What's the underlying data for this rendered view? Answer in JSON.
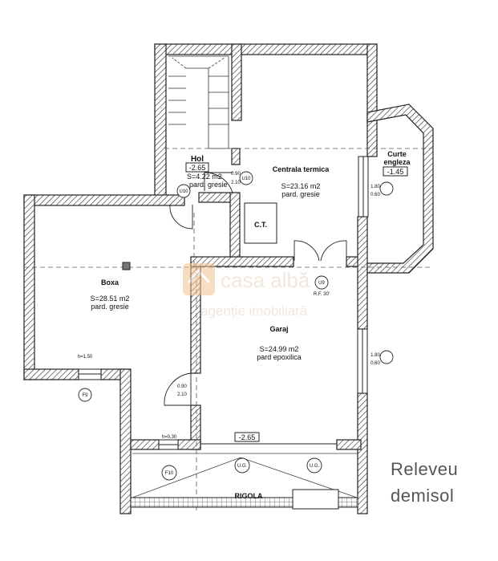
{
  "rooms": {
    "hol": {
      "name": "Hol",
      "level": "-2.65",
      "area": "S=4.22 m2",
      "floor": "pard. gresie"
    },
    "centrala": {
      "name": "Centrala termica",
      "area": "S=23.16 m2",
      "floor": "pard. gresie"
    },
    "ct": {
      "name": "C.T."
    },
    "curte": {
      "name_line1": "Curte",
      "name_line2": "engleza",
      "level": "-1.45"
    },
    "boxa": {
      "name": "Boxa",
      "area": "S=28.51 m2",
      "floor": "pard. gresie"
    },
    "garaj": {
      "name": "Garaj",
      "area": "S=24.99 m2",
      "floor": "pard epoxilica"
    },
    "rigola": {
      "name": "RIGOLA",
      "level": "-2.65"
    }
  },
  "tags": {
    "u10": "U10",
    "u9": "U9",
    "f9": "F9",
    "f10": "F10",
    "ug1": "U.G.",
    "ug2": "U.G.",
    "rf30": "R.F. 30'",
    "dim_090_210": [
      "0.90",
      "2.10"
    ],
    "dim_180_060": [
      "1.80",
      "0.60"
    ],
    "hs150": "h=1.50",
    "hs030": "h=0.30"
  },
  "watermark": {
    "brand": "casa albă",
    "tagline": "agenție imobiliară",
    "color": "#f2c48d"
  },
  "caption": {
    "line1": "Releveu",
    "line2": "demisol"
  }
}
